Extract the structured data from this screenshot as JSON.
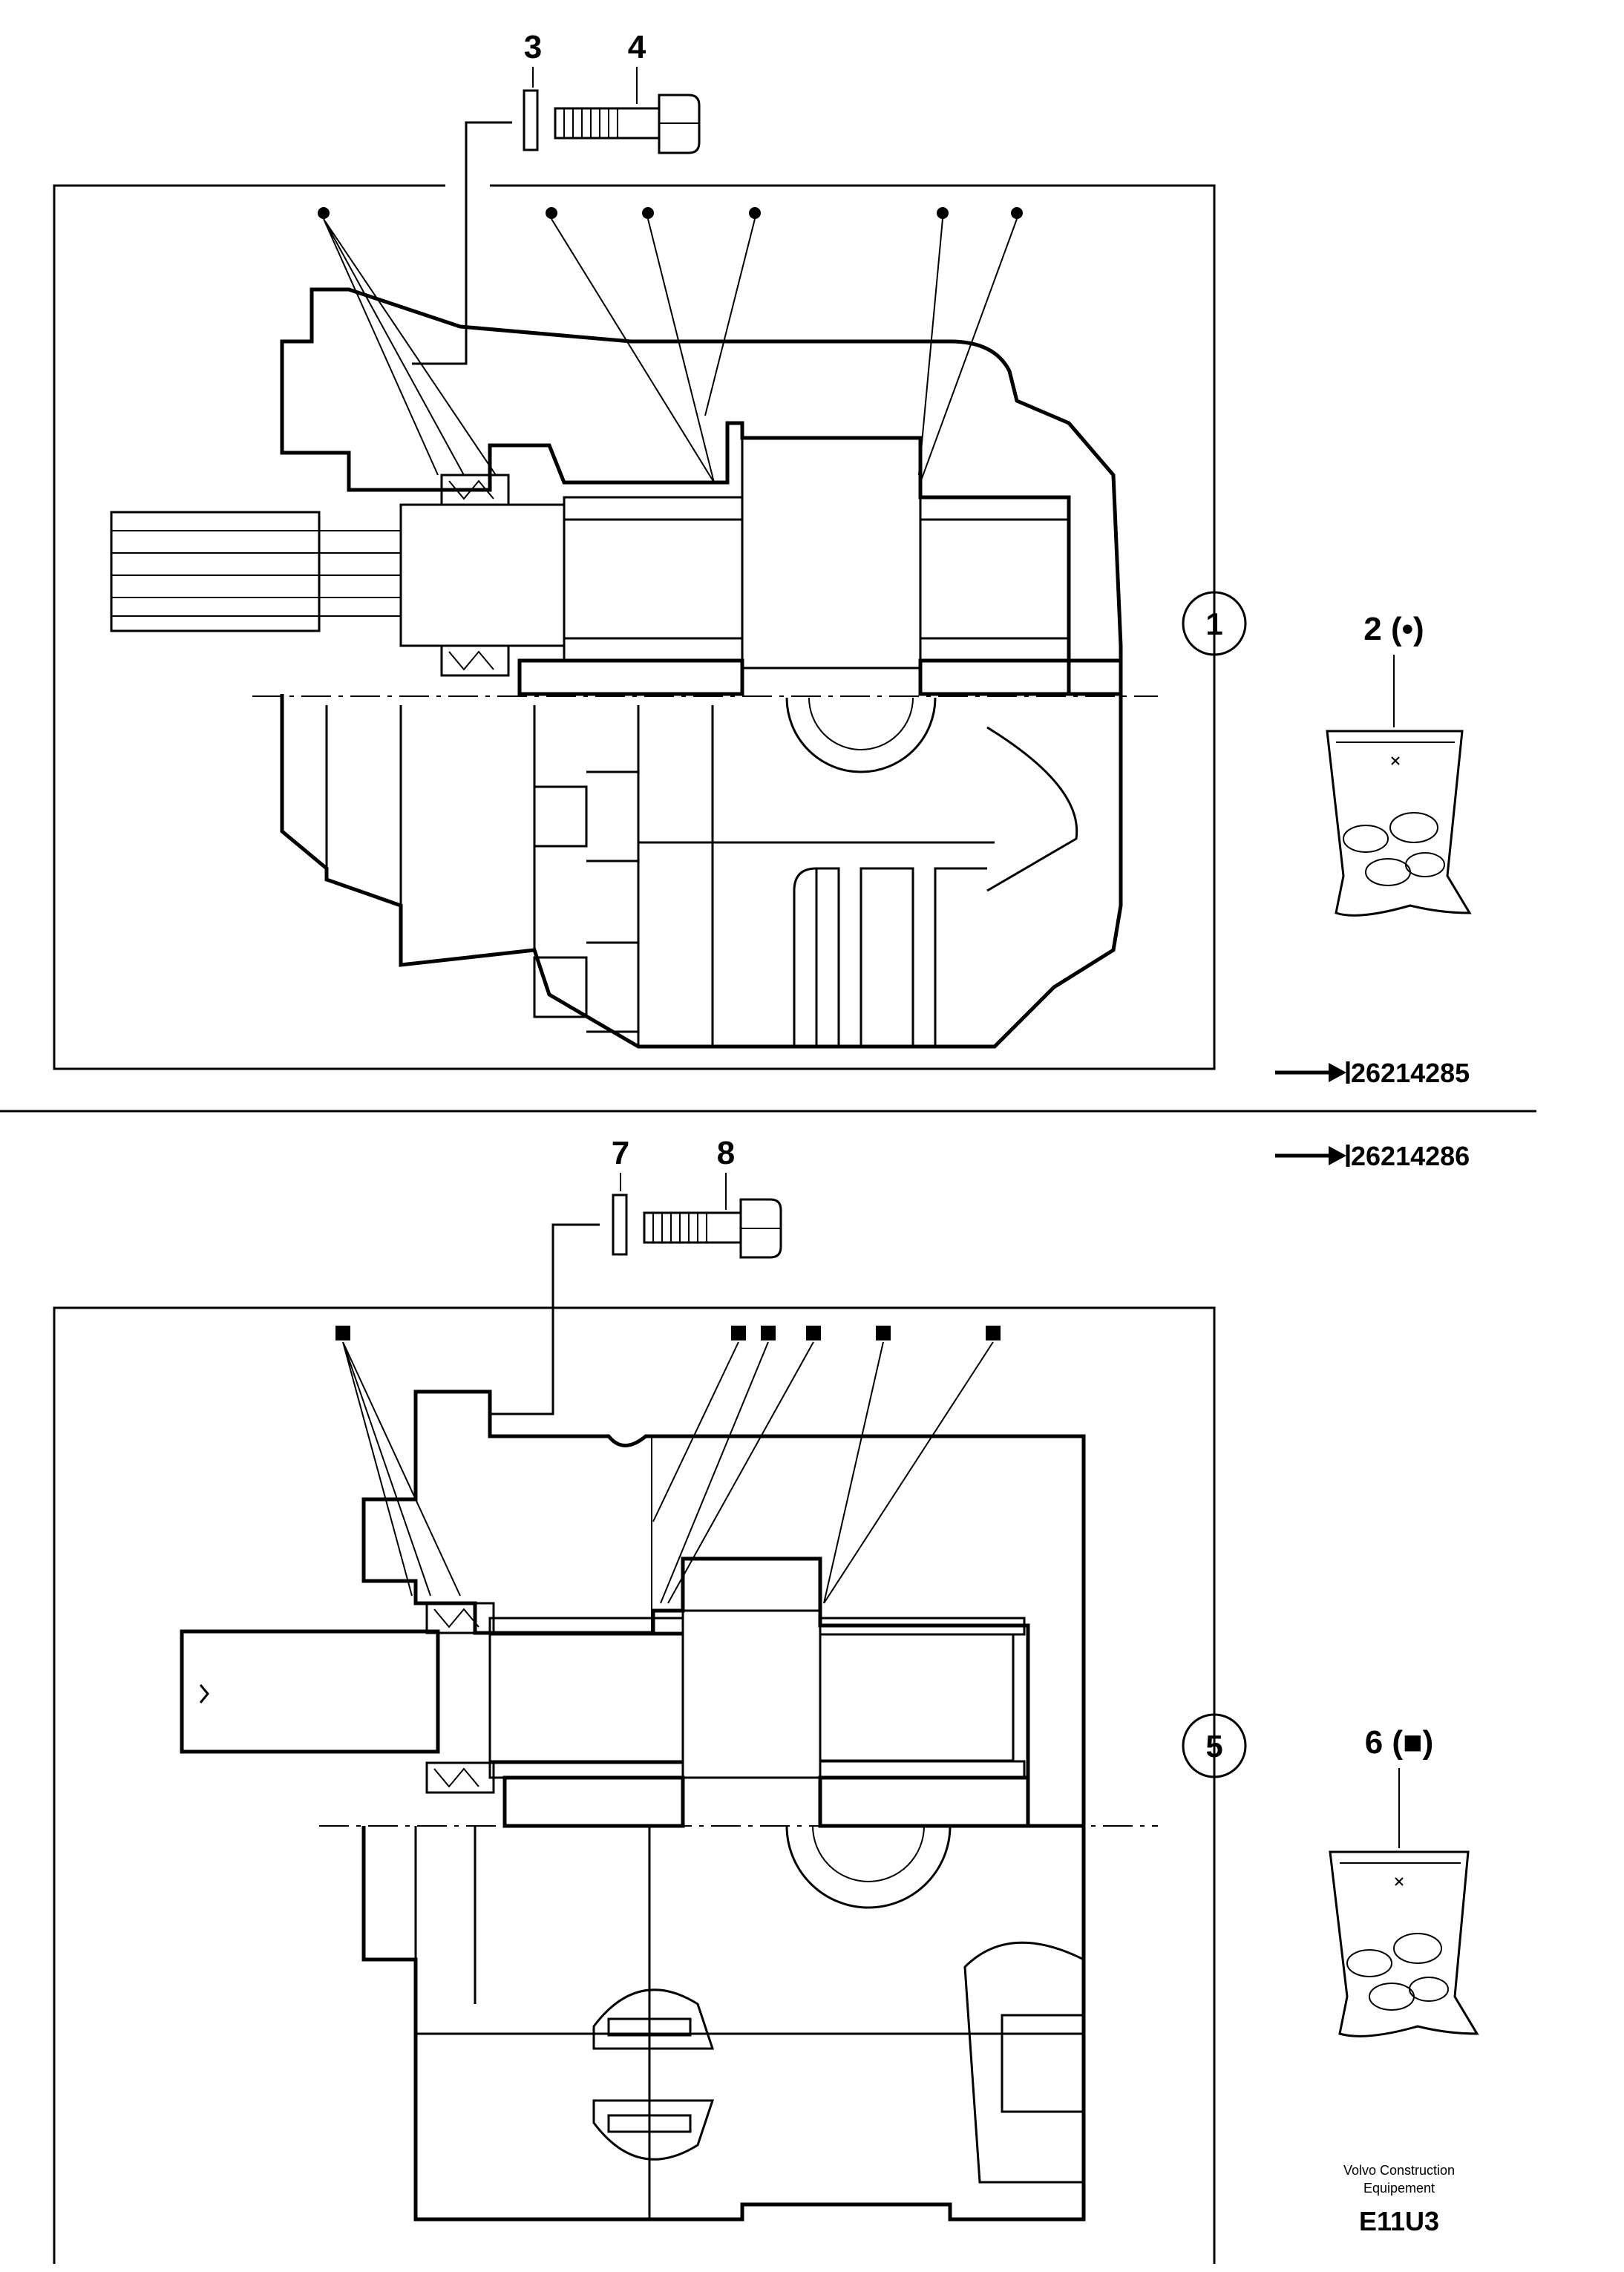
{
  "upper_assembly": {
    "callouts": [
      {
        "id": "c3",
        "label": "3"
      },
      {
        "id": "c4",
        "label": "4"
      }
    ],
    "circle_label": "1",
    "kit_label": "2 (•)",
    "ref_number": "26214285"
  },
  "lower_assembly": {
    "callouts": [
      {
        "id": "c7",
        "label": "7"
      },
      {
        "id": "c8",
        "label": "8"
      }
    ],
    "circle_label": "5",
    "kit_label": "6 (■)",
    "ref_number": "26214286"
  },
  "footer": {
    "brand_line1": "Volvo Construction",
    "brand_line2": "Equipement",
    "code": "E11U3"
  }
}
